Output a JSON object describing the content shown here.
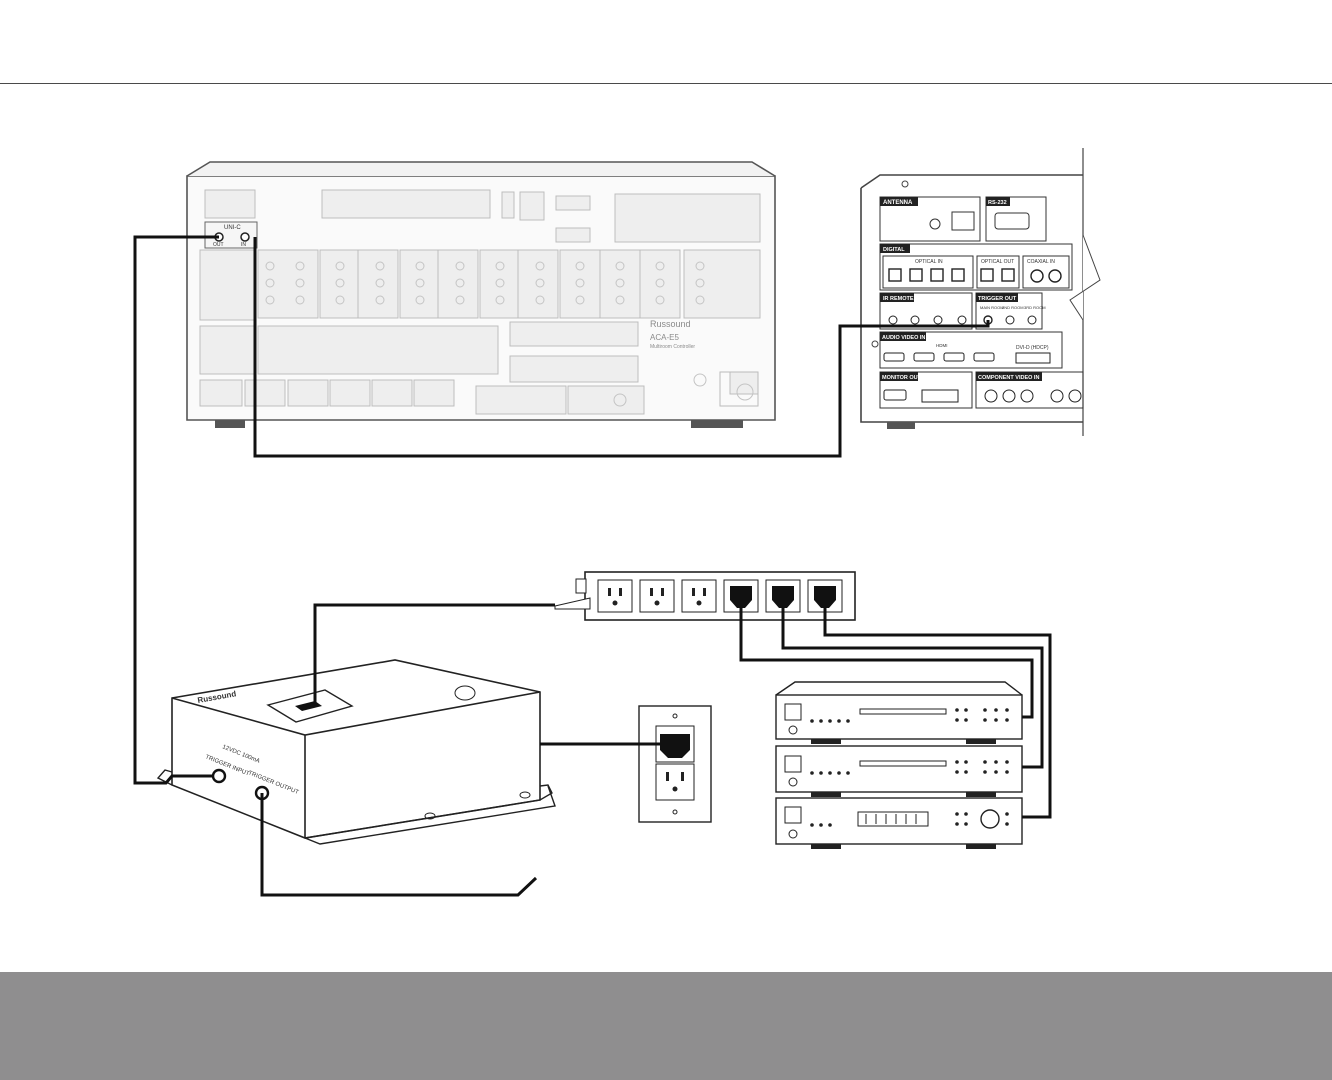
{
  "labels": {
    "acaBrand": "Russound",
    "acaModel": "ACA-E5",
    "acaSubtitle": "Multiroom Controller",
    "acaTrigger": "UNI-C",
    "acaTrigOut": "OUT",
    "acaTrigIn": "IN",
    "recvAntenna": "ANTENNA",
    "recvRs232": "RS-232",
    "recvDigital": "DIGITAL",
    "recvOpticalIn": "OPTICAL IN",
    "recvOpticalOut": "OPTICAL OUT",
    "recvCoaxialIn": "COAXIAL IN",
    "recvIrRemote": "IR REMOTE",
    "recvTriggerOut": "TRIGGER OUT",
    "recvMainRoom": "MAIN ROOM",
    "recv2ndRoom": "2ND ROOM",
    "recv3rdRoom": "3RD ROOM",
    "recvAudioVideoIn": "AUDIO VIDEO IN",
    "recvHdmi": "HDMI",
    "recvDvid": "DVI-D (HDCP)",
    "recvMonitorOut": "MONITOR OUT",
    "recvComponentIn": "COMPONENT VIDEO IN",
    "sensorBrand": "Russound",
    "sensorVoltage": "12VDC 100mA",
    "sensorTriggerInput": "TRIGGER INPUT",
    "sensorTriggerOutput": "TRIGGER OUTPUT"
  },
  "colors": {
    "cable": "#111111",
    "panelFaint": "#c8c8c8",
    "footer": "#8f8e8f"
  }
}
